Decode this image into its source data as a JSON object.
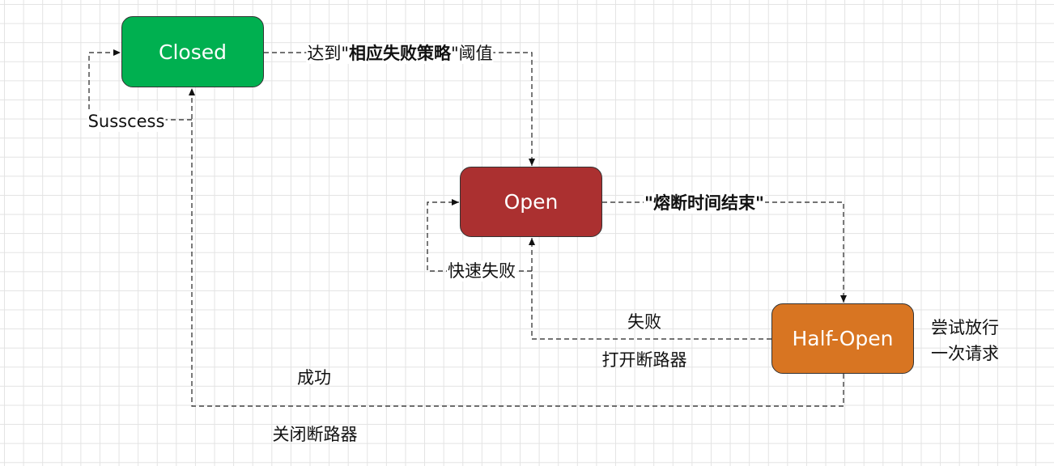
{
  "nodes": {
    "closed": {
      "label": "Closed",
      "color": "#00b050"
    },
    "open": {
      "label": "Open",
      "color": "#ab3030"
    },
    "half_open": {
      "label": "Half-Open",
      "color": "#d87522"
    }
  },
  "edges": {
    "closed_to_open": {
      "pre": "达到\"",
      "bold": "相应失败策略",
      "post": "\"阈值"
    },
    "open_to_half_open": {
      "label": "\"熔断时间结束\""
    },
    "closed_self": {
      "label": "Susscess"
    },
    "open_self": {
      "label": "快速失败"
    },
    "half_open_to_open": {
      "label_top": "失败",
      "label_bottom": "打开断路器"
    },
    "half_open_to_closed": {
      "label_top": "成功",
      "label_bottom": "关闭断路器"
    }
  },
  "annotations": {
    "half_open_note_line1": "尝试放行",
    "half_open_note_line2": "一次请求"
  }
}
